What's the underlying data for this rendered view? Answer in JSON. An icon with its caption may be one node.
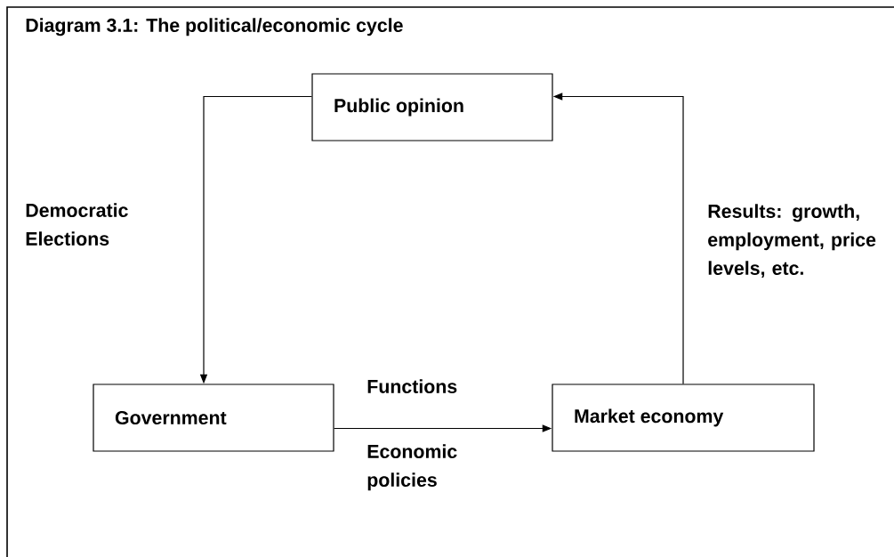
{
  "diagram": {
    "title": "Diagram 3.1: The political/economic cycle",
    "nodes": [
      {
        "text": [
          "Public opinion"
        ]
      },
      {
        "text": [
          "Government"
        ]
      },
      {
        "text": [
          "Market economy"
        ]
      }
    ],
    "edges": [
      {
        "from": 0,
        "to": 1,
        "arrow": "to"
      },
      {
        "from": 1,
        "to": 2,
        "arrow": "to",
        "label": "Functions"
      },
      {
        "from": 2,
        "to": 0,
        "arrow": "to",
        "label": "Results: growth, employment, price levels, etc."
      }
    ],
    "labels": [
      "Democratic Elections",
      "Economic policies"
    ]
  }
}
